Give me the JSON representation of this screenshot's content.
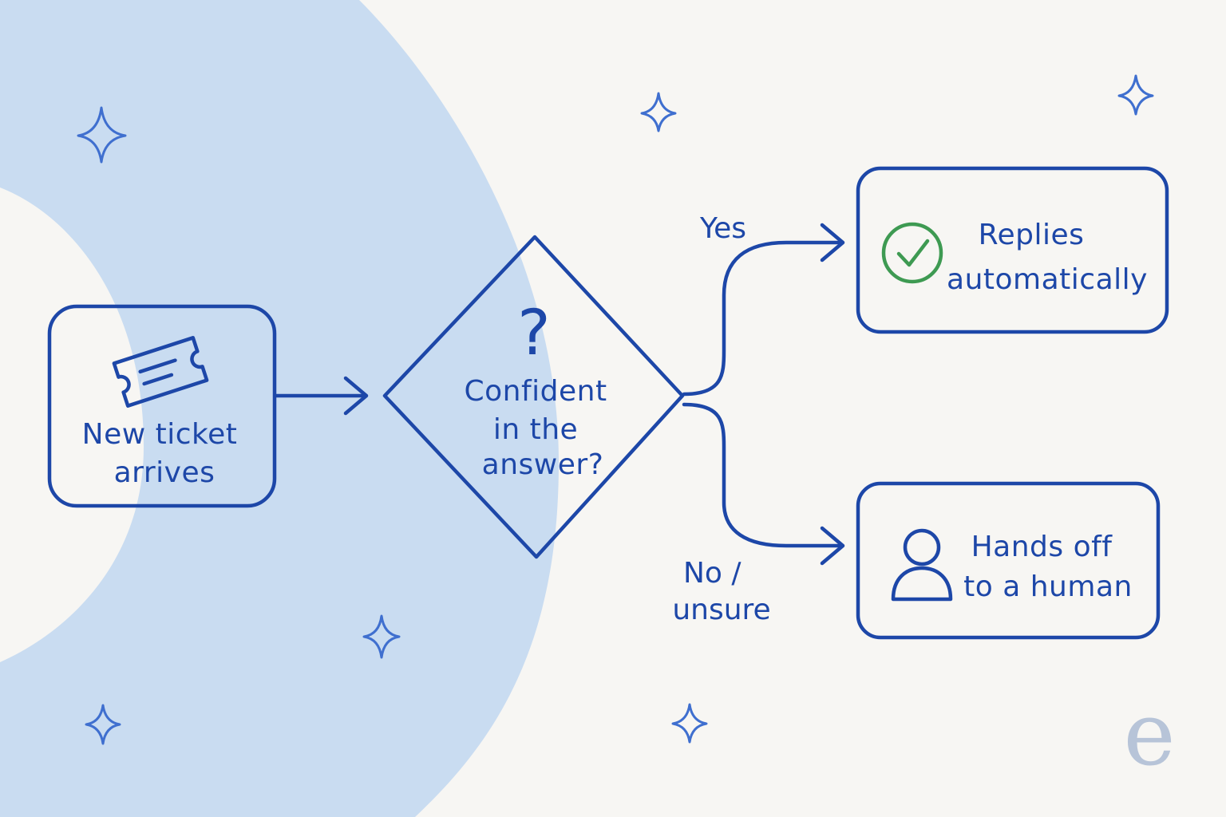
{
  "colors": {
    "background": "#f7f6f3",
    "arc": "#c9dcf1",
    "ink": "#1d47a8",
    "check": "#3e9a52",
    "sparkle": "#3f6fcf",
    "watermark": "#b7c4d8"
  },
  "nodes": {
    "start": {
      "icon": "ticket-icon",
      "lines": [
        "New ticket",
        "arrives"
      ]
    },
    "decision": {
      "icon": "question-mark-icon",
      "symbol": "?",
      "lines": [
        "Confident",
        "in the",
        "answer?"
      ]
    },
    "auto_reply": {
      "icon": "check-circle-icon",
      "lines": [
        "Replies",
        "automatically"
      ]
    },
    "handoff": {
      "icon": "person-icon",
      "lines": [
        "Hands off",
        "to a human"
      ]
    }
  },
  "branches": {
    "yes": {
      "lines": [
        "Yes"
      ]
    },
    "no": {
      "lines": [
        "No /",
        "unsure"
      ]
    }
  },
  "watermark": {
    "logo": "e"
  }
}
